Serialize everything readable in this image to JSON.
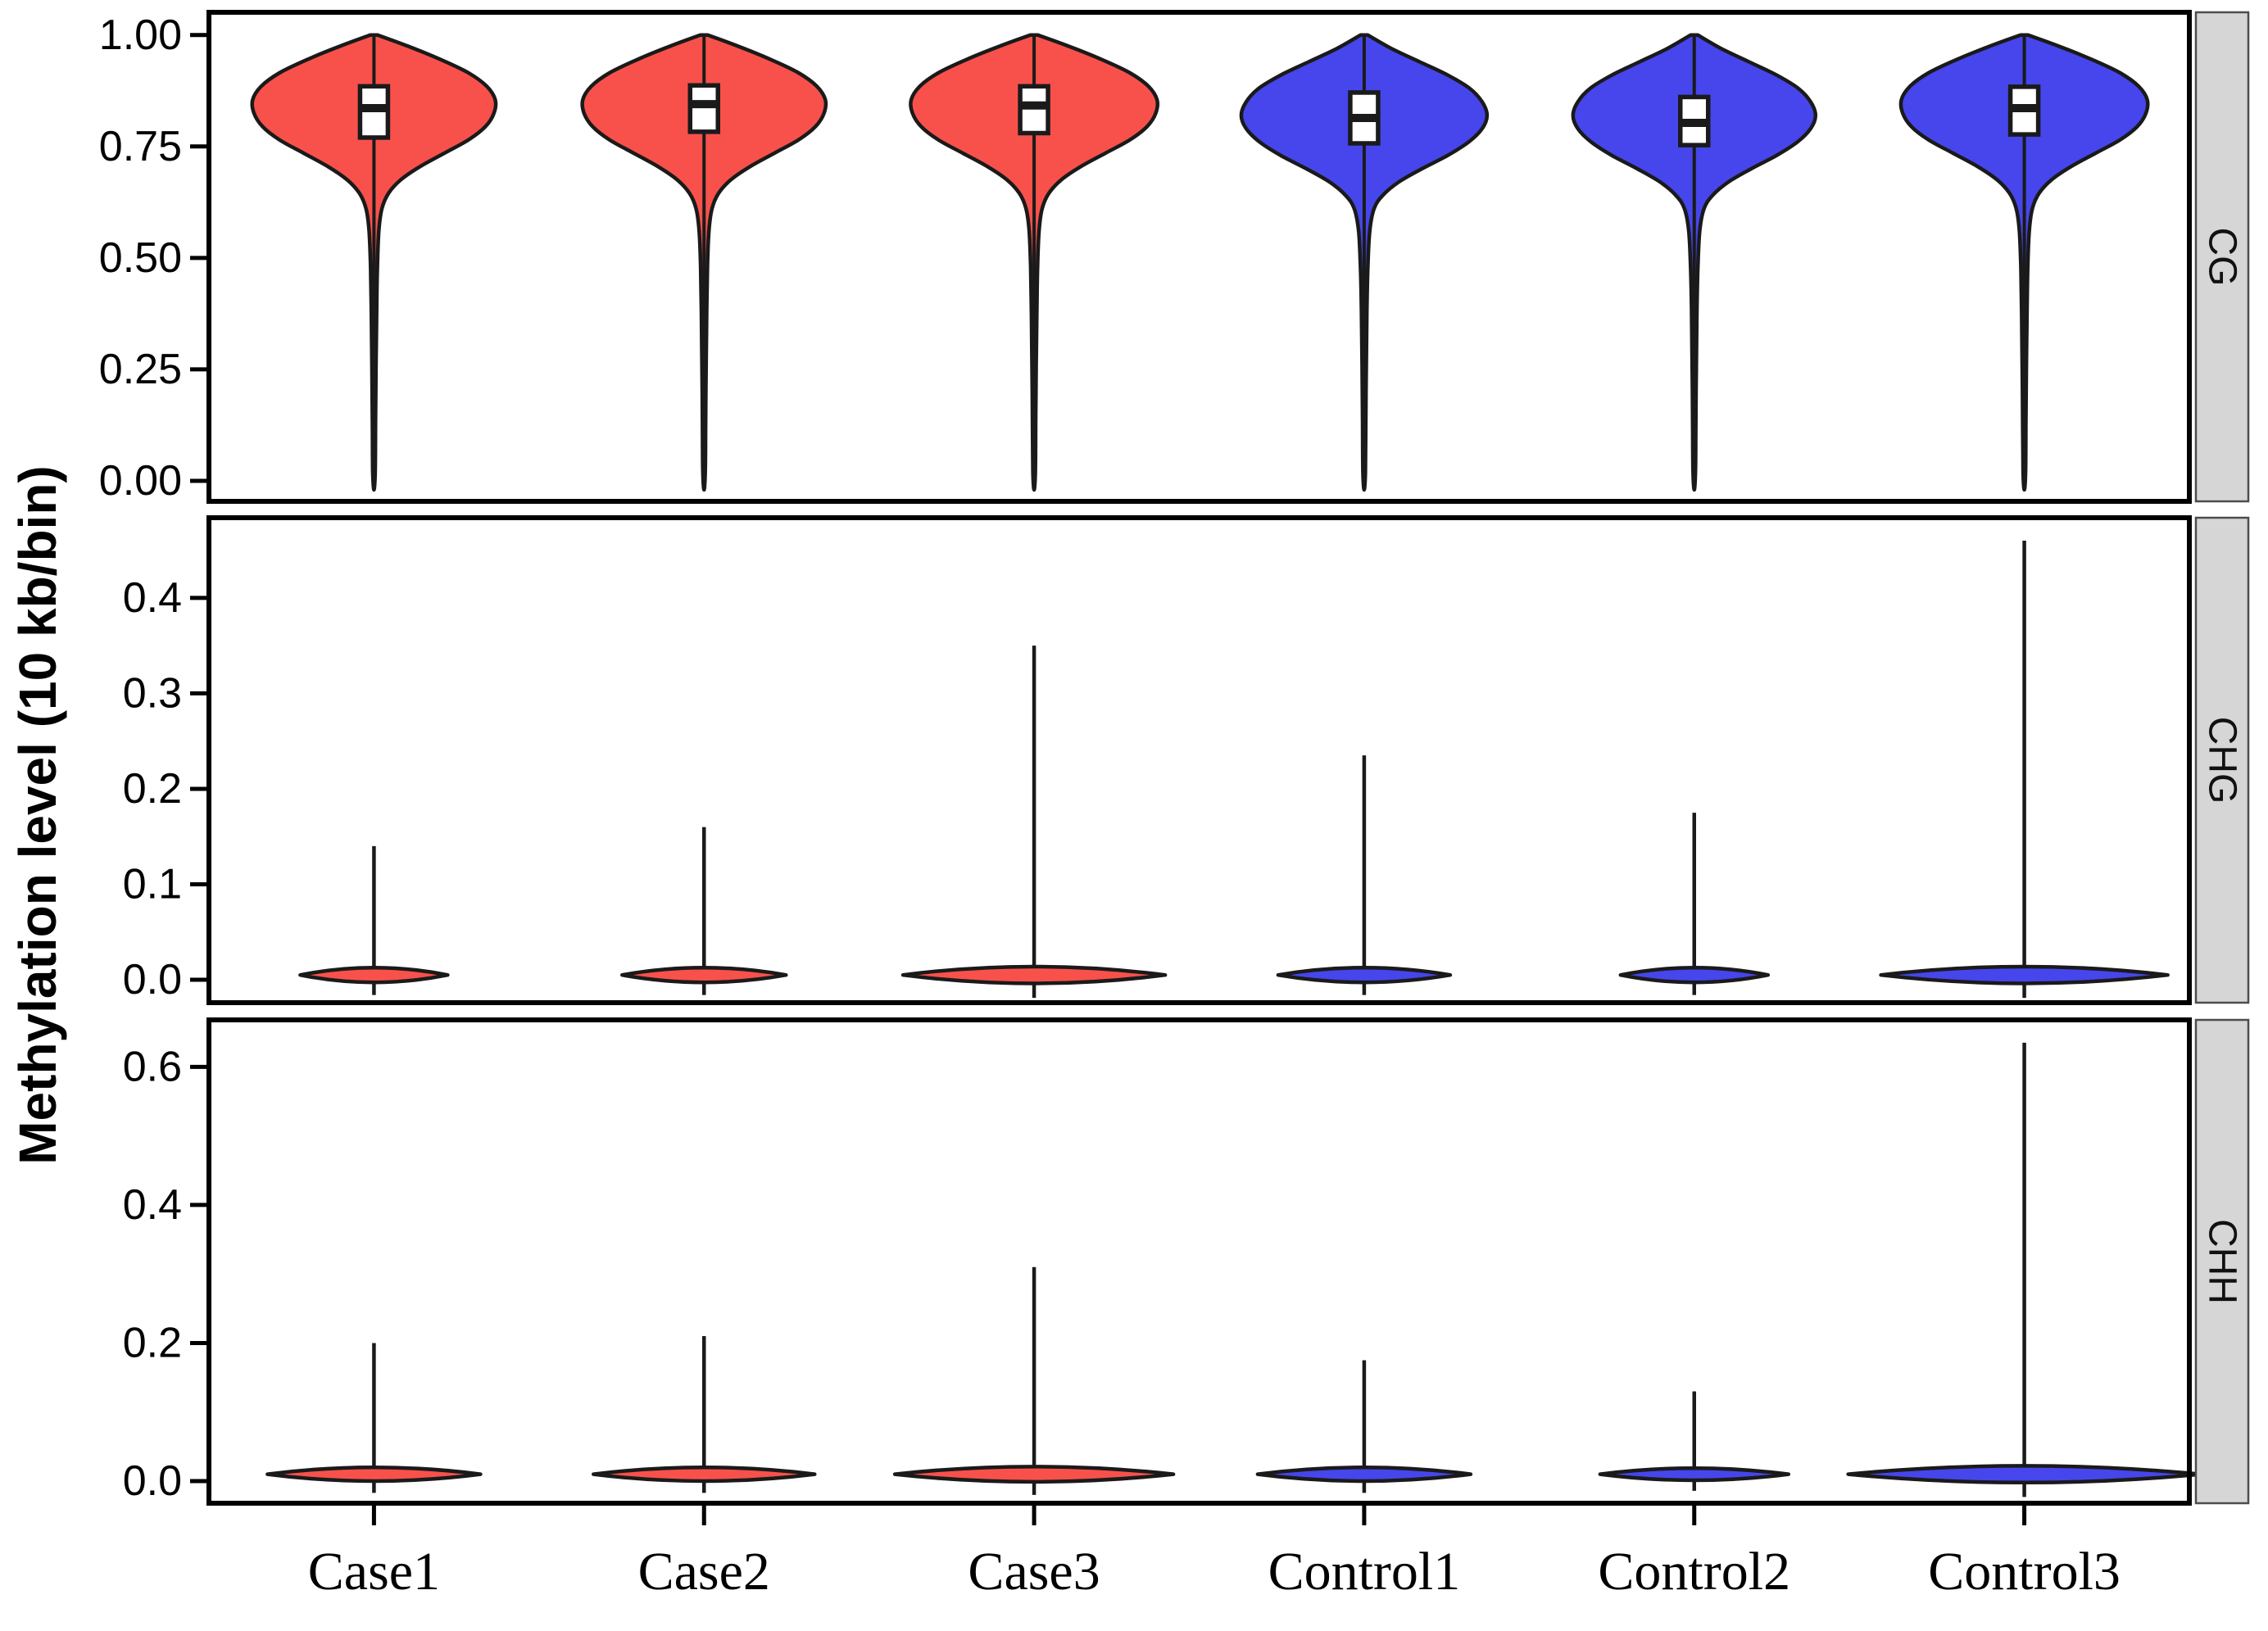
{
  "figure": {
    "y_axis_title": "Methylation level (10 kb/bin)"
  },
  "chart_data": {
    "type": "violin",
    "ylabel": "Methylation level (10 kb/bin)",
    "categories": [
      "Case1",
      "Case2",
      "Case3",
      "Control1",
      "Control2",
      "Control3"
    ],
    "group_colors": {
      "Case": "#F8514B",
      "Control": "#4646EC"
    },
    "outline_color": "#1A1A1A",
    "strip_fill": "#D6D6D6",
    "strip_border": "#4D4D4D",
    "legend": "none",
    "grid": "off",
    "facet_position": "right",
    "profiles": {
      "standard": [
        [
          1.0,
          0.03
        ],
        [
          0.975,
          0.28
        ],
        [
          0.945,
          0.55
        ],
        [
          0.915,
          0.78
        ],
        [
          0.885,
          0.93
        ],
        [
          0.855,
          1.0
        ],
        [
          0.825,
          0.99
        ],
        [
          0.795,
          0.92
        ],
        [
          0.765,
          0.78
        ],
        [
          0.735,
          0.58
        ],
        [
          0.705,
          0.38
        ],
        [
          0.675,
          0.22
        ],
        [
          0.645,
          0.12
        ],
        [
          0.61,
          0.065
        ],
        [
          0.56,
          0.04
        ],
        [
          0.48,
          0.028
        ],
        [
          0.38,
          0.022
        ],
        [
          0.26,
          0.017
        ],
        [
          0.13,
          0.013
        ],
        [
          0.02,
          0.01
        ],
        [
          -0.02,
          0.0
        ]
      ],
      "low_peak": [
        [
          1.0,
          0.03
        ],
        [
          0.97,
          0.22
        ],
        [
          0.94,
          0.45
        ],
        [
          0.91,
          0.68
        ],
        [
          0.88,
          0.86
        ],
        [
          0.85,
          0.96
        ],
        [
          0.82,
          1.0
        ],
        [
          0.79,
          0.96
        ],
        [
          0.76,
          0.85
        ],
        [
          0.73,
          0.68
        ],
        [
          0.7,
          0.47
        ],
        [
          0.67,
          0.28
        ],
        [
          0.64,
          0.15
        ],
        [
          0.61,
          0.08
        ],
        [
          0.56,
          0.045
        ],
        [
          0.48,
          0.03
        ],
        [
          0.38,
          0.022
        ],
        [
          0.26,
          0.017
        ],
        [
          0.13,
          0.013
        ],
        [
          0.02,
          0.01
        ],
        [
          -0.02,
          0.0
        ]
      ]
    },
    "facets": [
      {
        "label": "CG",
        "ylim": [
          -0.046,
          1.051
        ],
        "tick_values": [
          1.0,
          0.75,
          0.5,
          0.25,
          0.0
        ],
        "tick_labels": [
          "1.00",
          "0.75",
          "0.50",
          "0.25",
          "0.00"
        ],
        "violin_kind": "bulge",
        "violins": [
          {
            "category": "Case1",
            "color": "#F8514B",
            "profile": "standard",
            "max_halfwidth": 148,
            "box": {
              "q1": 0.77,
              "median": 0.836,
              "q3": 0.885
            },
            "center_line_top": 1.0,
            "center_line_bottom": -0.015
          },
          {
            "category": "Case2",
            "color": "#F8514B",
            "profile": "standard",
            "max_halfwidth": 148,
            "box": {
              "q1": 0.783,
              "median": 0.845,
              "q3": 0.887
            },
            "center_line_top": 0.998,
            "center_line_bottom": -0.015
          },
          {
            "category": "Case3",
            "color": "#F8514B",
            "profile": "standard",
            "max_halfwidth": 150,
            "box": {
              "q1": 0.78,
              "median": 0.842,
              "q3": 0.885
            },
            "center_line_top": 0.998,
            "center_line_bottom": -0.015
          },
          {
            "category": "Control1",
            "color": "#4646EC",
            "profile": "low_peak",
            "max_halfwidth": 150,
            "box": {
              "q1": 0.757,
              "median": 0.814,
              "q3": 0.871
            },
            "center_line_top": 1.0,
            "center_line_bottom": -0.015
          },
          {
            "category": "Control2",
            "color": "#4646EC",
            "profile": "low_peak",
            "max_halfwidth": 148,
            "box": {
              "q1": 0.753,
              "median": 0.803,
              "q3": 0.861
            },
            "center_line_top": 0.998,
            "center_line_bottom": -0.015
          },
          {
            "category": "Control3",
            "color": "#4646EC",
            "profile": "standard",
            "max_halfwidth": 150,
            "box": {
              "q1": 0.777,
              "median": 0.836,
              "q3": 0.884
            },
            "center_line_top": 1.0,
            "center_line_bottom": -0.015
          }
        ]
      },
      {
        "label": "CHG",
        "ylim": [
          -0.024,
          0.484
        ],
        "tick_values": [
          0.4,
          0.3,
          0.2,
          0.1,
          0.0
        ],
        "tick_labels": [
          "0.4",
          "0.3",
          "0.2",
          "0.1",
          "0.0"
        ],
        "violin_kind": "spike",
        "violins": [
          {
            "category": "Case1",
            "color": "#F8514B",
            "spike_top": 0.14,
            "base_center": 0.005,
            "base_halfheight": 0.007,
            "base_halfwidth": 90
          },
          {
            "category": "Case2",
            "color": "#F8514B",
            "spike_top": 0.16,
            "base_center": 0.005,
            "base_halfheight": 0.007,
            "base_halfwidth": 100
          },
          {
            "category": "Case3",
            "color": "#F8514B",
            "spike_top": 0.35,
            "base_center": 0.005,
            "base_halfheight": 0.008,
            "base_halfwidth": 160
          },
          {
            "category": "Control1",
            "color": "#4646EC",
            "spike_top": 0.235,
            "base_center": 0.005,
            "base_halfheight": 0.007,
            "base_halfwidth": 105
          },
          {
            "category": "Control2",
            "color": "#4646EC",
            "spike_top": 0.175,
            "base_center": 0.005,
            "base_halfheight": 0.007,
            "base_halfwidth": 90
          },
          {
            "category": "Control3",
            "color": "#4646EC",
            "spike_top": 0.46,
            "base_center": 0.005,
            "base_halfheight": 0.008,
            "base_halfwidth": 175
          }
        ]
      },
      {
        "label": "CHH",
        "ylim": [
          -0.032,
          0.668
        ],
        "tick_values": [
          0.6,
          0.4,
          0.2,
          0.0
        ],
        "tick_labels": [
          "0.6",
          "0.4",
          "0.2",
          "0.0"
        ],
        "violin_kind": "spike",
        "violins": [
          {
            "category": "Case1",
            "color": "#F8514B",
            "spike_top": 0.2,
            "base_center": 0.01,
            "base_halfheight": 0.009,
            "base_halfwidth": 130
          },
          {
            "category": "Case2",
            "color": "#F8514B",
            "spike_top": 0.21,
            "base_center": 0.01,
            "base_halfheight": 0.009,
            "base_halfwidth": 135
          },
          {
            "category": "Case3",
            "color": "#F8514B",
            "spike_top": 0.31,
            "base_center": 0.01,
            "base_halfheight": 0.01,
            "base_halfwidth": 170
          },
          {
            "category": "Control1",
            "color": "#4646EC",
            "spike_top": 0.175,
            "base_center": 0.01,
            "base_halfheight": 0.009,
            "base_halfwidth": 130
          },
          {
            "category": "Control2",
            "color": "#4646EC",
            "spike_top": 0.13,
            "base_center": 0.01,
            "base_halfheight": 0.008,
            "base_halfwidth": 115
          },
          {
            "category": "Control3",
            "color": "#4646EC",
            "spike_top": 0.635,
            "base_center": 0.01,
            "base_halfheight": 0.011,
            "base_halfwidth": 215
          }
        ]
      }
    ]
  }
}
